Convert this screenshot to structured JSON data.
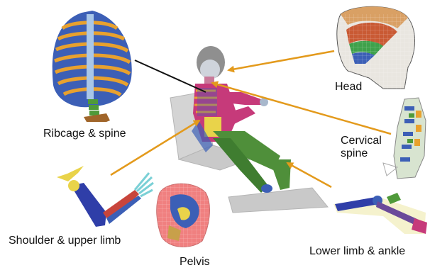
{
  "labels": {
    "ribcage": "Ribcage & spine",
    "head": "Head",
    "cervical_line1": "Cervical",
    "cervical_line2": "spine",
    "shoulder": "Shoulder & upper limb",
    "pelvis": "Pelvis",
    "lower_limb": "Lower limb & ankle"
  },
  "colors": {
    "arrow": "#e39a1c",
    "pointer_line": "#111111",
    "bone_orange": "#e8a12e",
    "bone_blue": "#3c5fb6",
    "flesh_magenta": "#c63a7a",
    "leg_green": "#4f8f3a",
    "seat_gray": "#c9c9c9",
    "pelvis_pink": "#f08080"
  }
}
